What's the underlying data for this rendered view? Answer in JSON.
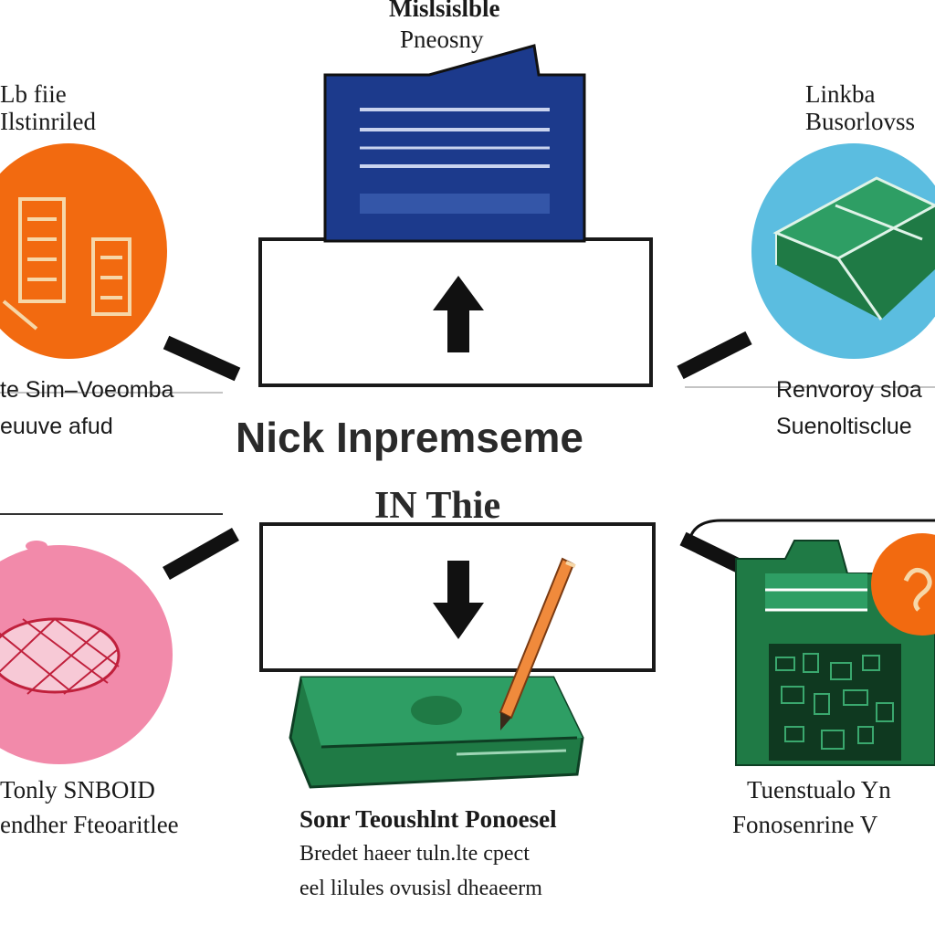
{
  "top": {
    "label_line1": "Mislsislble",
    "label_line2": "Pneosny"
  },
  "top_left": {
    "label_line1": "Lb fiie",
    "label_line2": "Ilstinriled"
  },
  "top_right": {
    "label_line1": "Linkba",
    "label_line2": "Busorlovss"
  },
  "mid_left": {
    "label_line1": "te Sim–Voeomba",
    "label_line2": "euuve afud"
  },
  "mid_right": {
    "label_line1": "Renvoroy sloa",
    "label_line2": "Suenoltisclue"
  },
  "center": {
    "title": "Nick Inpremseme",
    "subtitle": "IN Thie"
  },
  "bottom_left": {
    "label_line1": "Tonly SNBOID",
    "label_line2": "endher Fteoaritlee"
  },
  "bottom_center": {
    "label_line1": "Sonr Teoushlnt Ponoesel",
    "label_line2": "Bredet haeer tuln.lte cpect",
    "label_line3": "eel lilules ovusisl dheaeerm"
  },
  "bottom_right": {
    "label_line1": "Tuenstualo Yn",
    "label_line2": "Fonosenrine V"
  },
  "colors": {
    "orange": "#f26a10",
    "blue_circle": "#5bbde0",
    "pink": "#f28aaa",
    "navy": "#1c3a8c",
    "green": "#1f7a45",
    "green_light": "#2e9e64"
  },
  "icons": [
    "document-icon",
    "up-arrow-icon",
    "down-arrow-icon",
    "cash-box-icon",
    "pencil-icon",
    "folder-icon",
    "building-icon",
    "net-icon"
  ]
}
